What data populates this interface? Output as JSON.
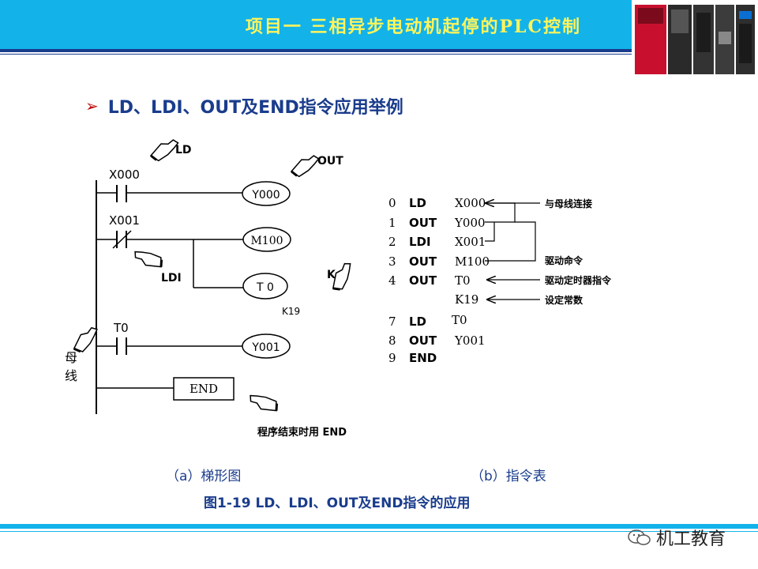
{
  "header": {
    "title": "项目一  三相异步电动机起停的PLC控制"
  },
  "subtitle": "LD、LDI、OUT及END指令应用举例",
  "ladder": {
    "top_labels": {
      "ld": "LD",
      "out": "OUT",
      "ldi": "LDI",
      "k": "K"
    },
    "contacts": [
      "X000",
      "X001",
      "T0"
    ],
    "coils": [
      "Y000",
      "M100",
      "T 0",
      "Y001"
    ],
    "k_value": "K19",
    "end_box": "END",
    "bus_label_1": "母",
    "bus_label_2": "线",
    "end_note": "程序结束时用 END"
  },
  "instruction_list": {
    "rows": [
      {
        "step": "0",
        "op": "LD",
        "operand": "X000"
      },
      {
        "step": "1",
        "op": "OUT",
        "operand": "Y000"
      },
      {
        "step": "2",
        "op": "LDI",
        "operand": "X001"
      },
      {
        "step": "3",
        "op": "OUT",
        "operand": "M100"
      },
      {
        "step": "4",
        "op": "OUT",
        "operand": "T0"
      },
      {
        "step": "",
        "op": "",
        "operand": "K19"
      },
      {
        "step": "7",
        "op": "LD",
        "operand": "T0"
      },
      {
        "step": "8",
        "op": "OUT",
        "operand": "Y001"
      },
      {
        "step": "9",
        "op": "END",
        "operand": ""
      }
    ],
    "notes": [
      "与母线连接",
      "驱动命令",
      "驱动定时器指令",
      "设定常数"
    ]
  },
  "captions": {
    "a": "（a）梯形图",
    "b": "（b）指令表",
    "figure": "图1-19    LD、LDI、OUT及END指令的应用"
  },
  "watermark": "机工教育",
  "colors": {
    "header_bg": "#13b3ea",
    "header_text": "#fff45a",
    "accent_navy": "#1a3c8c",
    "arrow_red": "#c00000"
  }
}
